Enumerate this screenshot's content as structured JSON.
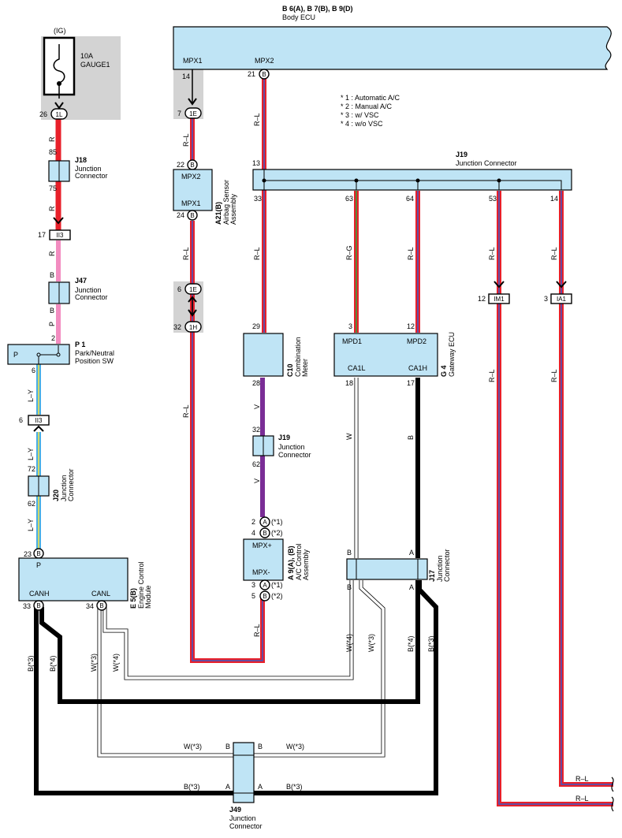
{
  "header": {
    "title": "B 6(A), B 7(B), B 9(D)",
    "subtitle": "Body ECU"
  },
  "notes": [
    "* 1 : Automatic A/C",
    "* 2 : Manual A/C",
    "* 3 : w/ VSC",
    "* 4 : w/o VSC"
  ],
  "colors": {
    "R": "#e8202a",
    "R-L": "#e8202a",
    "R-L-stripe": "#3b5bc8",
    "R-G": "#e8202a",
    "R-G-stripe": "#3c9e3c",
    "P": "#f28cc0",
    "L-Y": "#49aee6",
    "L-Y-stripe": "#f2e24a",
    "V": "#7a2d96",
    "B": "#000000",
    "W": "#ffffff",
    "box": "#bfe4f5",
    "shade": "#d3d3d3"
  },
  "fuse": {
    "ig": "(IG)",
    "rating": "10A",
    "name": "GAUGE1"
  },
  "connectors": {
    "J18": {
      "id": "J18",
      "name": [
        "Junction",
        "Connector"
      ],
      "pin_top": "85",
      "pin_bottom": "75"
    },
    "J47": {
      "id": "J47",
      "name": [
        "Junction",
        "Connector"
      ],
      "pin_top": "B",
      "pin_bottom": "B"
    },
    "P1": {
      "id": "P 1",
      "name": [
        "Park/Neutral",
        "Position SW"
      ],
      "label": "P"
    },
    "J20": {
      "id": "J20",
      "name": [
        "Junction",
        "Connector"
      ],
      "pin_top": "72",
      "pin_bottom": "62"
    },
    "E5": {
      "id": "E 5(B)",
      "name": [
        "Engine Control",
        "Module"
      ],
      "pin_p": "P",
      "pin_canh": "CANH",
      "pin_canl": "CANL"
    },
    "A21": {
      "id": "A21(B)",
      "name": [
        "Airbag Sensor",
        "Assembly"
      ],
      "pin_1": "MPX2",
      "pin_2": "MPX1"
    },
    "J19": {
      "id": "J19",
      "name": [
        "Junction Connector"
      ]
    },
    "J19b": {
      "id": "J19",
      "name": [
        "Junction",
        "Connector"
      ]
    },
    "C10": {
      "id": "C10",
      "name": [
        "Combination",
        "Meter"
      ]
    },
    "A9": {
      "id": "A 9(A), (B)",
      "name": [
        "A/C Control",
        "Assembly"
      ],
      "pin_1": "MPX+",
      "pin_2": "MPX-"
    },
    "G4": {
      "id": "G 4",
      "name": [
        "Gateway ECU"
      ],
      "mpd1": "MPD1",
      "mpd2": "MPD2",
      "ca1l": "CA1L",
      "ca1h": "CA1H"
    },
    "J17": {
      "id": "J17",
      "name": [
        "Junction",
        "Connector"
      ]
    },
    "J49": {
      "id": "J49",
      "name": [
        "Junction",
        "Connector"
      ]
    }
  },
  "body_ecu": {
    "mpx1": "MPX1",
    "mpx2": "MPX2"
  },
  "pins": {
    "fuse_1L": "1L",
    "fuse_26": "26",
    "ii3_a": "II3",
    "ii3_a_num": "17",
    "p1_2": "2",
    "p1_6": "6",
    "ii3_b": "II3",
    "ii3_b_num": "6",
    "e5_23": "23",
    "e5_33": "33",
    "e5_34": "34",
    "B": "B",
    "ecu_14": "14",
    "ecu_1E": "1E",
    "ecu_7": "7",
    "a21_22": "22",
    "a21_24": "24",
    "c_1E": "1E",
    "c_6": "6",
    "c_1H": "1H",
    "c_32": "32",
    "ecu_21": "21",
    "j19_13": "13",
    "j19_33": "33",
    "j19_63": "63",
    "j19_64": "64",
    "j19_53": "53",
    "j19_14": "14",
    "c10_29": "29",
    "c10_28": "28",
    "j19b_32": "32",
    "j19b_62": "62",
    "a9_2": "2",
    "a9_4": "4",
    "a9_3": "3",
    "a9_5": "5",
    "pinA": "A",
    "pinB": "B",
    "s1": "(*1)",
    "s2": "(*2)",
    "g4_3": "3",
    "g4_12": "12",
    "g4_18": "18",
    "g4_17": "17",
    "j17_B": "B",
    "j17_A": "A",
    "im1": "IM1",
    "im1_num": "12",
    "ia1": "IA1",
    "ia1_num": "3",
    "j49_B": "B",
    "j49_A": "A"
  },
  "wires": {
    "R": "R",
    "P": "P",
    "LY": "L–Y",
    "RL": "R–L",
    "RG": "R–G",
    "V": "V",
    "B": "B",
    "W": "W",
    "B3": "B(*3)",
    "B4": "B(*4)",
    "W3": "W(*3)",
    "W4": "W(*4)"
  }
}
